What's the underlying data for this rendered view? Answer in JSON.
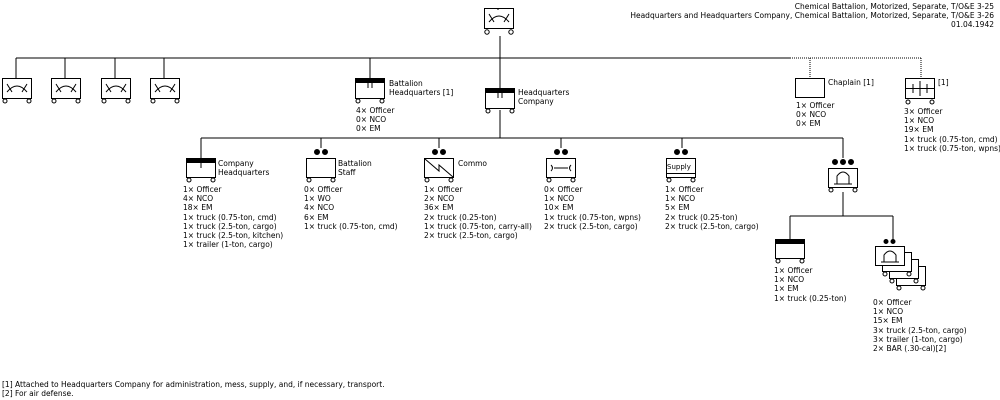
{
  "header": {
    "line1": "Chemical Battalion, Motorized, Separate, T/O&E 3-25",
    "line2": "Headquarters and Headquarters Company, Chemical Battalion, Motorized, Separate, T/O&E 3-26",
    "date": "01.04.1942"
  },
  "units": {
    "bn_hq": {
      "name": "Battalion\nHeadquarters [1]",
      "personnel": [
        "4× Officer",
        "0× NCO",
        "0× EM"
      ]
    },
    "hhc": {
      "name": "Headquarters\nCompany"
    },
    "chaplain": {
      "name": "Chaplain [1]",
      "personnel": [
        "1× Officer",
        "0× NCO",
        "0× EM"
      ]
    },
    "medical": {
      "name": "[1]",
      "personnel": [
        "3× Officer",
        "1× NCO",
        "19× EM",
        "1× truck (0.75-ton, cmd)",
        "1× truck (0.75-ton, wpns)"
      ]
    },
    "co_hq": {
      "name": "Company\nHeadquarters",
      "personnel": [
        "1× Officer",
        "4× NCO",
        "18× EM",
        "1× truck (0.75-ton, cmd)",
        "1× truck (2.5-ton, cargo)",
        "1× truck (2.5-ton, kitchen)",
        "1× trailer (1-ton, cargo)"
      ]
    },
    "bn_staff": {
      "name": "Battalion\nStaff",
      "personnel": [
        "0× Officer",
        "1× WO",
        "4× NCO",
        "6× EM",
        "1× truck (0.75-ton, cmd)"
      ]
    },
    "commo": {
      "name": "Commo",
      "personnel": [
        "1× Officer",
        "2× NCO",
        "36× EM",
        "2× truck (0.25-ton)",
        "1× truck (0.75-ton, carry-all)",
        "2× truck (2.5-ton, cargo)"
      ]
    },
    "maint": {
      "personnel": [
        "0× Officer",
        "1× NCO",
        "10× EM",
        "1× truck (0.75-ton, wpns)",
        "2× truck (2.5-ton, cargo)"
      ]
    },
    "supply": {
      "symbol_label": "Supply",
      "personnel": [
        "1× Officer",
        "1× NCO",
        "5× EM",
        "2× truck (0.25-ton)",
        "2× truck (2.5-ton, cargo)"
      ]
    },
    "plt_hq": {
      "personnel": [
        "1× Officer",
        "1× NCO",
        "1× EM",
        "1× truck (0.25-ton)"
      ]
    },
    "sections": {
      "personnel": [
        "0× Officer",
        "1× NCO",
        "15× EM",
        "3× truck (2.5-ton, cargo)",
        "3× trailer (1-ton, cargo)",
        "2× BAR (.30-cal)[2]"
      ]
    }
  },
  "footnotes": [
    "[1] Attached to Headquarters Company for administration, mess, supply, and, if necessary, transport.",
    "[2] For air defense."
  ]
}
